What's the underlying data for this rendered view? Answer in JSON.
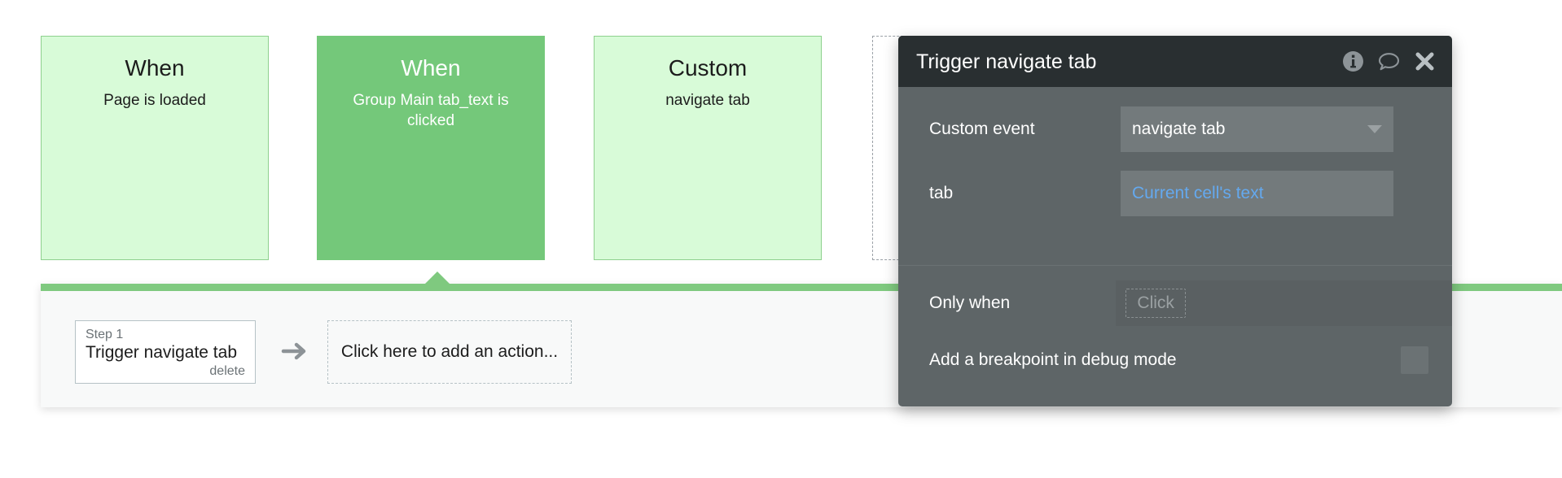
{
  "events": [
    {
      "title": "When",
      "subtitle": "Page is loaded",
      "state": "normal"
    },
    {
      "title": "When",
      "subtitle": "Group Main tab_text is clicked",
      "state": "selected"
    },
    {
      "title": "Custom",
      "subtitle": "navigate tab",
      "state": "normal"
    },
    {
      "title": "",
      "subtitle": "",
      "state": "ghost"
    }
  ],
  "workflow": {
    "step": {
      "label": "Step 1",
      "title": "Trigger navigate tab",
      "delete_label": "delete"
    },
    "arrow_icon": "arrow-right-icon",
    "add_action_label": "Click here to add an action..."
  },
  "property_editor": {
    "title": "Trigger navigate tab",
    "header_icons": [
      "info-icon",
      "comment-icon",
      "close-icon"
    ],
    "fields": [
      {
        "label": "Custom event",
        "value": "navigate tab",
        "type": "dropdown"
      },
      {
        "label": "tab",
        "value": "Current cell's text",
        "type": "expression"
      }
    ],
    "only_when": {
      "label": "Only when",
      "placeholder": "Click"
    },
    "breakpoint": {
      "label": "Add a breakpoint in debug mode",
      "checked": false
    }
  },
  "colors": {
    "green_accent": "#7fc97f",
    "card_selected": "#74c87a",
    "card_normal": "#d8fbd8",
    "card_border": "#8ed08e",
    "panel_header": "#292f31",
    "panel_body": "#5e6567",
    "field_bg": "#737a7c",
    "expression_blue": "#64a9ef"
  }
}
